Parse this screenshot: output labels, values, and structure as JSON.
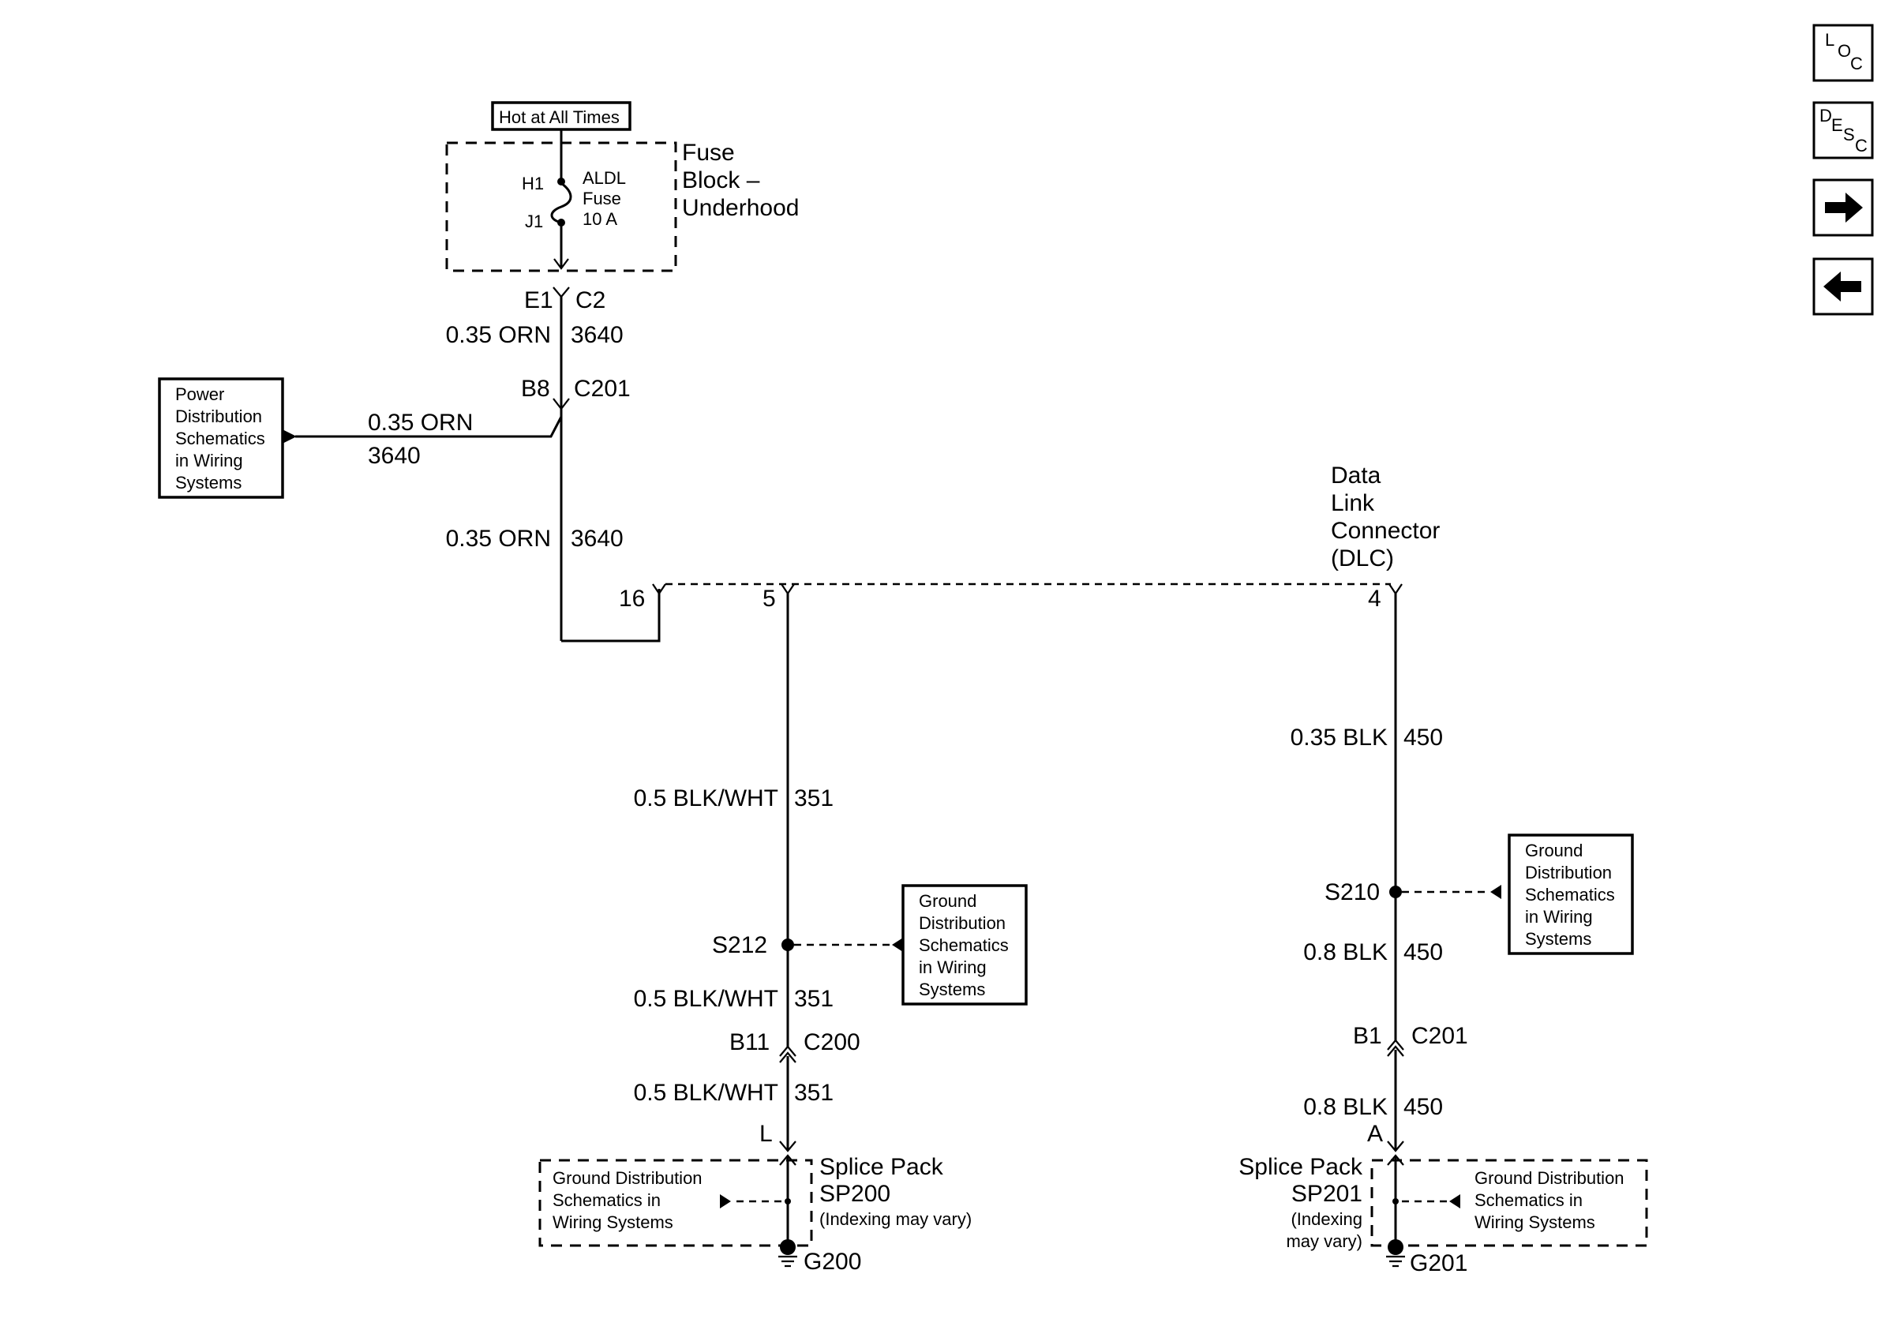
{
  "nav": {
    "loc": [
      "L",
      "O",
      "C"
    ],
    "desc": [
      "D",
      "E",
      "S",
      "C"
    ]
  },
  "fuse": {
    "hot_label": "Hot at All Times",
    "block_name": [
      "Fuse",
      "Block –",
      "Underhood"
    ],
    "pin_top": "H1",
    "pin_bottom": "J1",
    "fuse_name": [
      "ALDL",
      "Fuse",
      "10 A"
    ],
    "out_pin": "E1",
    "out_connector": "C2"
  },
  "wires": {
    "orn_gauge": "0.35 ORN",
    "orn_circuit": "3640",
    "blkwht_gauge": "0.5 BLK/WHT",
    "blkwht_circuit": "351",
    "blk35_gauge": "0.35 BLK",
    "blk8_gauge": "0.8 BLK",
    "blk_circuit": "450"
  },
  "connectors": {
    "b8": "B8",
    "c201": "C201",
    "b11": "B11",
    "c200": "C200",
    "b1": "B1",
    "pin_l": "L",
    "pin_a": "A"
  },
  "power_ref": [
    "Power",
    "Distribution",
    "Schematics",
    "in Wiring",
    "Systems"
  ],
  "ground_ref": [
    "Ground",
    "Distribution",
    "Schematics",
    "in Wiring",
    "Systems"
  ],
  "ground_ref_inline": [
    "Ground Distribution",
    "Schematics in",
    "Wiring Systems"
  ],
  "dlc": {
    "name": [
      "Data",
      "Link",
      "Connector",
      "(DLC)"
    ],
    "pin16": "16",
    "pin5": "5",
    "pin4": "4"
  },
  "splices": {
    "s212": "S212",
    "s210": "S210"
  },
  "splice_packs": {
    "sp200": [
      "Splice Pack",
      "SP200",
      "(Indexing may vary)"
    ],
    "sp201": [
      "Splice Pack",
      "SP201",
      "(Indexing",
      "may vary)"
    ]
  },
  "grounds": {
    "g200": "G200",
    "g201": "G201"
  }
}
